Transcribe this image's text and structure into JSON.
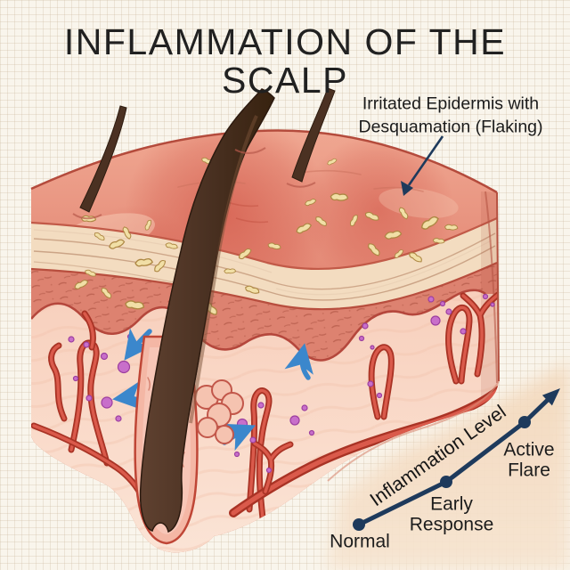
{
  "title": "INFLAMMATION OF THE SCALP",
  "annotation": {
    "line1": "Irritated Epidermis with",
    "line2": "Desquamation (Flaking)"
  },
  "chart": {
    "axis_label": "Inflammation Level",
    "labels": {
      "normal": "Normal",
      "early_line1": "Early",
      "early_line2": "Response",
      "active_line1": "Active",
      "active_line2": "Flare"
    }
  },
  "chart_data": {
    "type": "line",
    "title": "Inflammation Level",
    "categories": [
      "Normal",
      "Early Response",
      "Active Flare"
    ],
    "values": [
      1,
      2,
      3
    ],
    "ylabel": "Inflammation Level",
    "xlabel": "",
    "legend_position": "none",
    "grid": false,
    "style": "ascending arrow trend line with dot markers, qualitative scale"
  },
  "illustration": {
    "subject": "cross-section of scalp skin showing inflammation",
    "elements": [
      "hair-shafts",
      "irritated-epidermis",
      "desquamation-flakes",
      "striated-epidermis-layer",
      "stippled-dermis-band",
      "dermal-papillae-boundary",
      "hair-follicle-with-bulb",
      "sebaceous-gland",
      "capillary-blood-vessels",
      "inflammatory-cells",
      "cell-migration-arrows"
    ]
  },
  "colors": {
    "background": "#f9f5ec",
    "peach_wash": "#f5dfc6",
    "title_text": "#212121",
    "chart_line_navy": "#1e3a5c",
    "annotation_arrow_navy": "#1e3a5c",
    "skin_surface_salmon": "#eb9a85",
    "inflamed_red": "#d05143",
    "flake_yellow": "#f1dfa6",
    "vessel_red": "#c03a30",
    "inflammatory_cell_purple": "#c86fca",
    "migration_arrow_blue": "#3b87cc",
    "hair_brown": "#4e3425"
  }
}
